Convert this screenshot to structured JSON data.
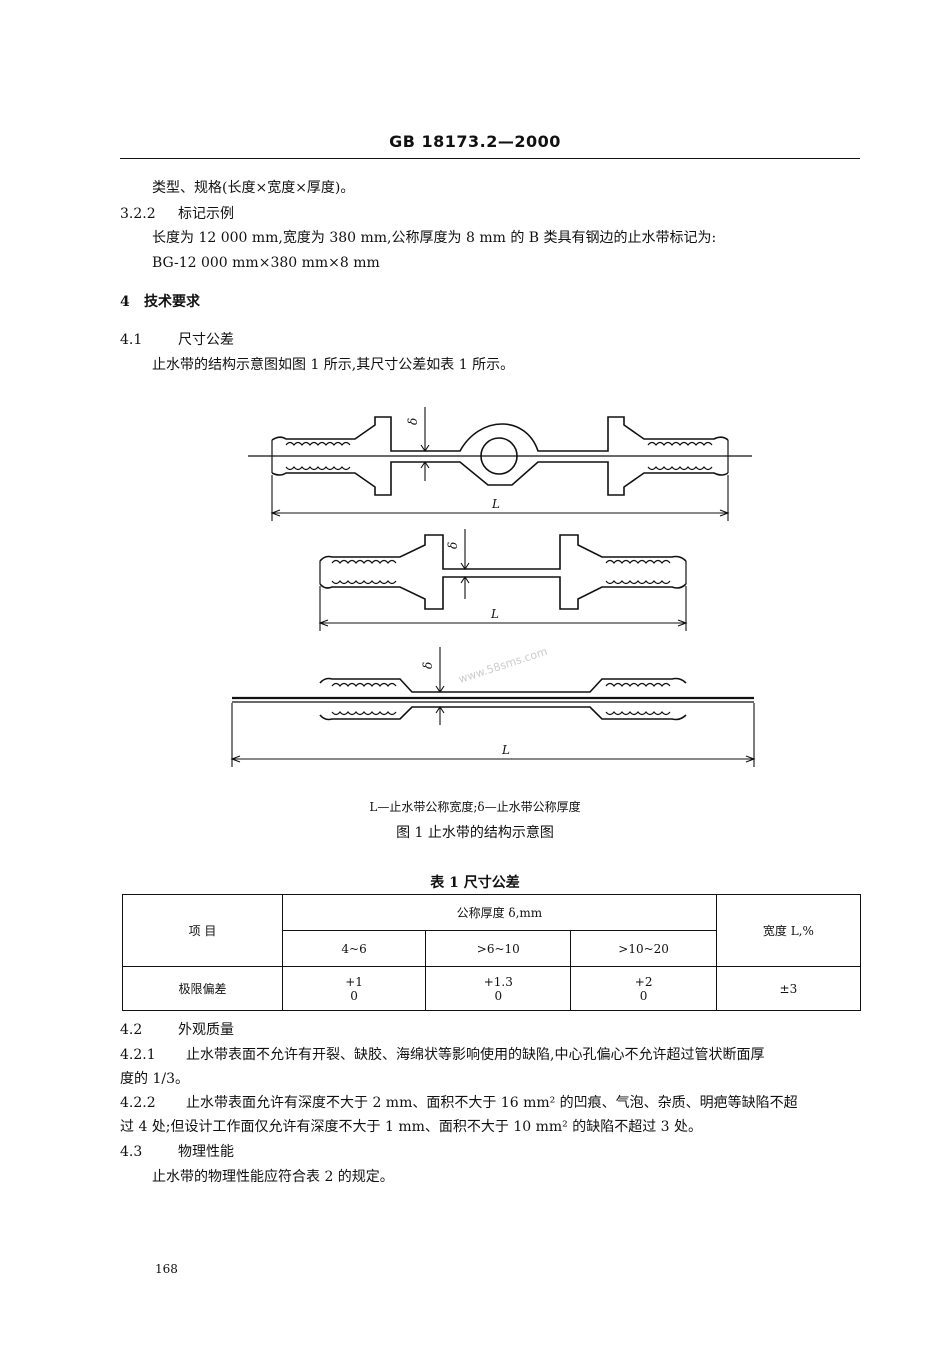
{
  "header": {
    "standard": "GB 18173.2—2000"
  },
  "para_top": "类型、规格(长度×宽度×厚度)。",
  "s322": {
    "num": "3.2.2",
    "title": "标记示例",
    "line1": "长度为 12 000 mm,宽度为 380 mm,公称厚度为 8 mm 的 B 类具有钢边的止水带标记为:",
    "line2": "BG-12 000 mm×380 mm×8 mm"
  },
  "s4": {
    "num": "4",
    "title": "技术要求"
  },
  "s41": {
    "num": "4.1",
    "title": "尺寸公差",
    "text": "止水带的结构示意图如图 1 所示,其尺寸公差如表 1 所示。"
  },
  "figure": {
    "width_label": "L",
    "thickness_label": "δ",
    "legend": "L—止水带公称宽度;δ—止水带公称厚度",
    "caption": "图 1   止水带的结构示意图",
    "watermark": "www.58sms.com"
  },
  "table1": {
    "title": "表 1   尺寸公差",
    "item_header": "项      目",
    "thickness_header": "公称厚度 δ,mm",
    "width_header": "宽度 L,%",
    "ranges": [
      "4~6",
      ">6~10",
      ">10~20"
    ],
    "row_label": "极限偏差",
    "deviations": [
      {
        "upper": "+1",
        "lower": "0"
      },
      {
        "upper": "+1.3",
        "lower": "0"
      },
      {
        "upper": "+2",
        "lower": "0"
      }
    ],
    "width_deviation": "±3"
  },
  "s42": {
    "num": "4.2",
    "title": "外观质量"
  },
  "s421": {
    "num": "4.2.1",
    "line1": "止水带表面不允许有开裂、缺胶、海绵状等影响使用的缺陷,中心孔偏心不允许超过管状断面厚",
    "line2": "度的 1/3。"
  },
  "s422": {
    "num": "4.2.2",
    "line1": "止水带表面允许有深度不大于 2 mm、面积不大于 16 mm² 的凹痕、气泡、杂质、明疤等缺陷不超",
    "line2": "过 4 处;但设计工作面仅允许有深度不大于 1 mm、面积不大于 10 mm² 的缺陷不超过 3 处。"
  },
  "s43": {
    "num": "4.3",
    "title": "物理性能",
    "text": "止水带的物理性能应符合表 2 的规定。"
  },
  "page_number": "168"
}
